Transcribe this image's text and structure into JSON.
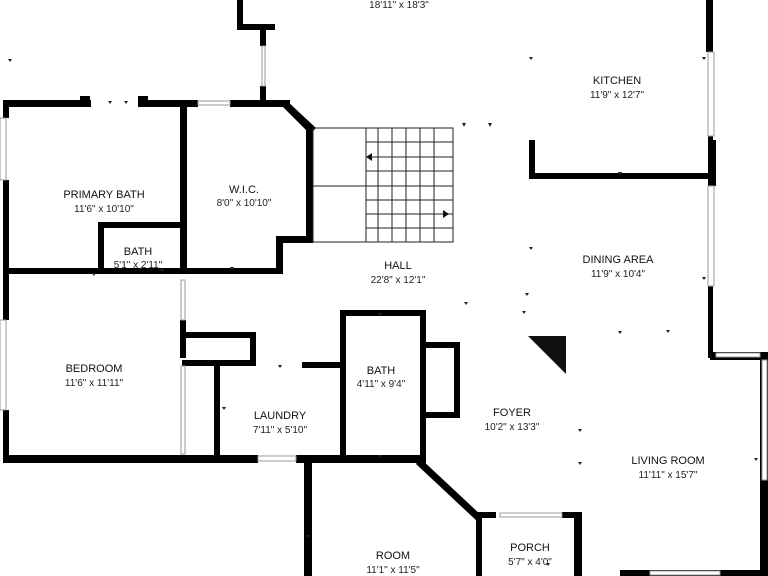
{
  "floorplan": {
    "rooms": [
      {
        "id": "great-room",
        "name": "",
        "dims": "18'11\" x 18'3\""
      },
      {
        "id": "kitchen",
        "name": "KITCHEN",
        "dims": "11'9\" x 12'7\""
      },
      {
        "id": "primary-bath",
        "name": "PRIMARY BATH",
        "dims": "11'6\" x 10'10\""
      },
      {
        "id": "wic",
        "name": "W.I.C.",
        "dims": "8'0\" x 10'10\""
      },
      {
        "id": "bath-small",
        "name": "BATH",
        "dims": "5'1\" x 2'11\""
      },
      {
        "id": "hall",
        "name": "HALL",
        "dims": "22'8\" x 12'1\""
      },
      {
        "id": "dining",
        "name": "DINING AREA",
        "dims": "11'9\" x 10'4\""
      },
      {
        "id": "bedroom",
        "name": "BEDROOM",
        "dims": "11'6\" x 11'11\""
      },
      {
        "id": "bath",
        "name": "BATH",
        "dims": "4'11\" x 9'4\""
      },
      {
        "id": "laundry",
        "name": "LAUNDRY",
        "dims": "7'11\" x 5'10\""
      },
      {
        "id": "foyer",
        "name": "FOYER",
        "dims": "10'2\" x 13'3\""
      },
      {
        "id": "living",
        "name": "LIVING ROOM",
        "dims": "11'11\" x 15'7\""
      },
      {
        "id": "room",
        "name": "ROOM",
        "dims": "11'1\" x 11'5\""
      },
      {
        "id": "porch",
        "name": "PORCH",
        "dims": "5'7\" x 4'0\""
      }
    ]
  }
}
